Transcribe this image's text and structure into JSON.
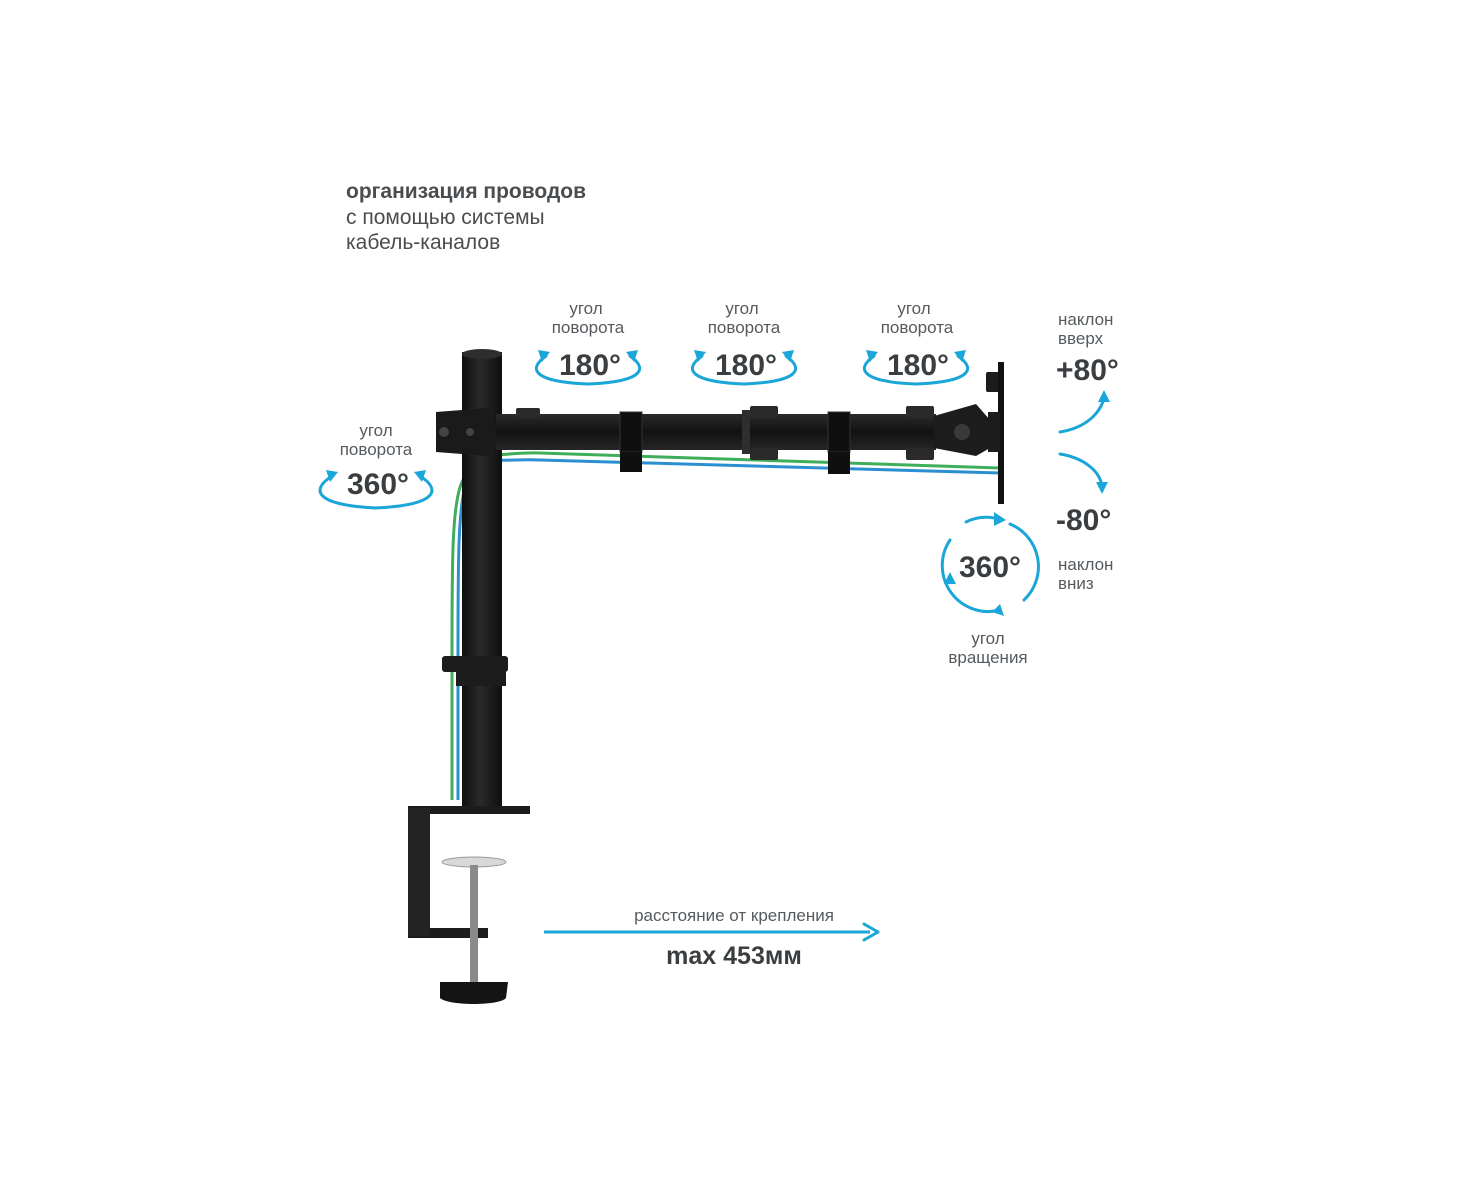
{
  "colors": {
    "accent": "#1aa6d8",
    "cable_green": "#3fae5a",
    "cable_blue": "#2a8fd0",
    "mount_black": "#1c1c1c",
    "text": "#555a5e"
  },
  "title": {
    "line1": "организация проводов",
    "line2": "с помощью системы",
    "line3": "кабель-каналов"
  },
  "pole_rotation": {
    "label_line1": "угол",
    "label_line2": "поворота",
    "value": "360°"
  },
  "arm_joints": [
    {
      "label_line1": "угол",
      "label_line2": "поворота",
      "value": "180°"
    },
    {
      "label_line1": "угол",
      "label_line2": "поворота",
      "value": "180°"
    },
    {
      "label_line1": "угол",
      "label_line2": "поворота",
      "value": "180°"
    }
  ],
  "tilt_up": {
    "label_line1": "наклон",
    "label_line2": "вверх",
    "value": "+80°"
  },
  "tilt_down": {
    "label_line1": "наклон",
    "label_line2": "вниз",
    "value": "-80°"
  },
  "screen_rotation": {
    "value": "360°",
    "label_line1": "угол",
    "label_line2": "вращения"
  },
  "reach": {
    "label": "расстояние от крепления",
    "value": "max 453мм"
  },
  "icons": [
    "rotate-arrow-icon",
    "tilt-arrow-icon",
    "circle-rotate-icon",
    "right-arrow-icon"
  ]
}
